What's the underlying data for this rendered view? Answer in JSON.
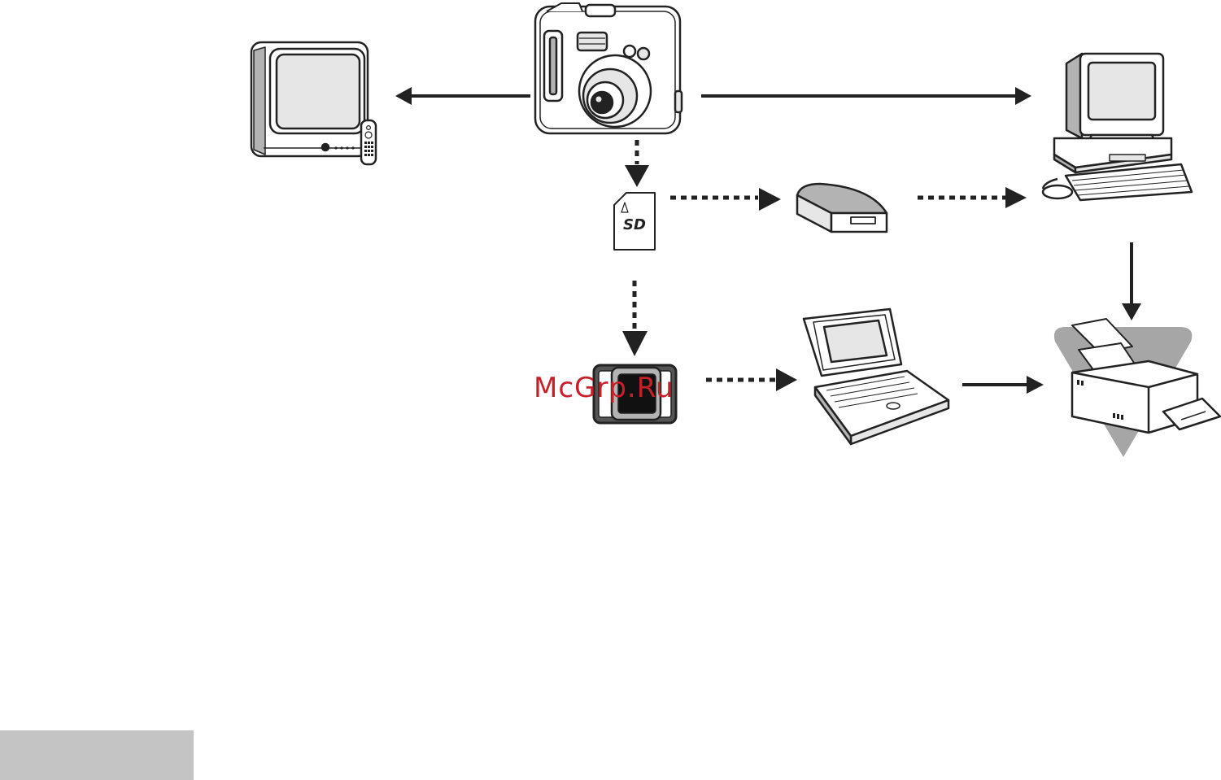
{
  "watermark": "McGrp.Ru",
  "sd_card": {
    "logo_text": "SD"
  },
  "colors": {
    "line": "#222222",
    "device_fill": "#ffffff",
    "screen_fill": "#e6e6e6",
    "shade": "#b3b3b3",
    "triangle": "#a6a6a6",
    "watermark": "#c8202a",
    "corner_block": "#c4c4c4"
  },
  "devices": [
    {
      "id": "camera",
      "icon": "digital-camera-icon"
    },
    {
      "id": "tv",
      "icon": "television-icon"
    },
    {
      "id": "desktop",
      "icon": "desktop-computer-icon"
    },
    {
      "id": "sd-card",
      "icon": "sd-card-icon"
    },
    {
      "id": "card-reader",
      "icon": "card-reader-icon"
    },
    {
      "id": "pc-card-adapter",
      "icon": "pc-card-adapter-icon"
    },
    {
      "id": "laptop",
      "icon": "laptop-icon"
    },
    {
      "id": "printer",
      "icon": "printer-icon"
    }
  ],
  "connections": [
    {
      "from": "camera",
      "to": "tv",
      "style": "solid"
    },
    {
      "from": "camera",
      "to": "desktop",
      "style": "solid"
    },
    {
      "from": "camera",
      "to": "sd-card",
      "style": "dashed"
    },
    {
      "from": "sd-card",
      "to": "card-reader",
      "style": "dashed"
    },
    {
      "from": "card-reader",
      "to": "desktop",
      "style": "dashed"
    },
    {
      "from": "sd-card",
      "to": "pc-card-adapter",
      "style": "dashed"
    },
    {
      "from": "pc-card-adapter",
      "to": "laptop",
      "style": "dashed"
    },
    {
      "from": "laptop",
      "to": "printer",
      "style": "solid"
    },
    {
      "from": "desktop",
      "to": "printer",
      "style": "solid"
    }
  ]
}
